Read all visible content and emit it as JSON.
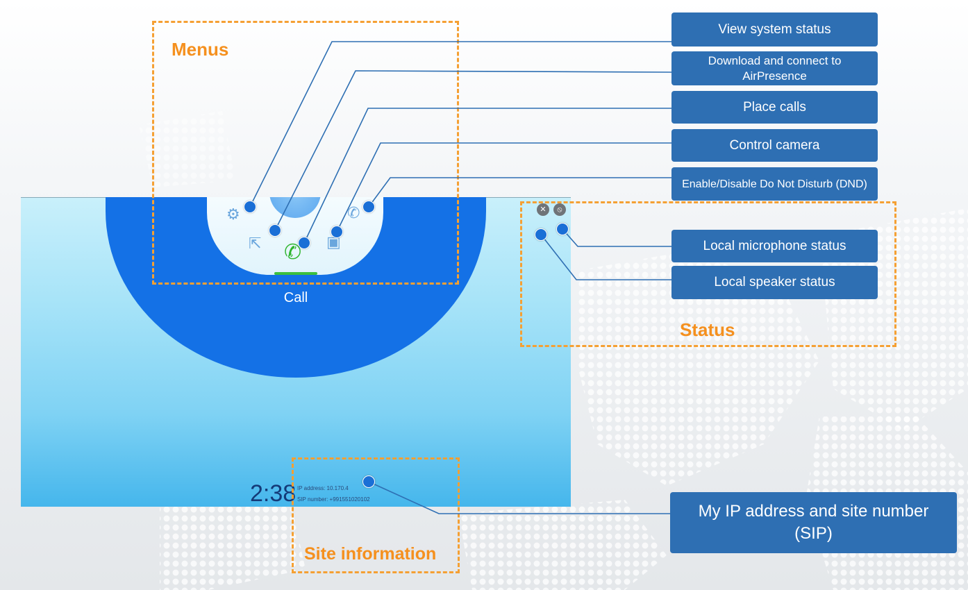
{
  "menus": {
    "title": "Menus"
  },
  "status": {
    "title": "Status"
  },
  "site": {
    "title": "Site information",
    "time": "2:38",
    "ip_line": "IP address: 10.170.4",
    "sip_line": "SIP number: +991551020102"
  },
  "home": {
    "call_label": "Call"
  },
  "callouts": {
    "system_status": "View system status",
    "airpresence": "Download and connect to AirPresence",
    "place_calls": "Place calls",
    "control_camera": "Control camera",
    "dnd": "Enable/Disable Do Not Disturb (DND)",
    "mic_status": "Local microphone status",
    "speaker_status": "Local speaker status",
    "ip_sip": "My IP address and site number (SIP)"
  },
  "colors": {
    "callout_bg": "#2e6fb3",
    "highlight_orange": "#f5a033",
    "dial_blue": "#1471e6",
    "call_green": "#3dbf3d"
  },
  "icons": [
    "gear-icon",
    "share-icon",
    "phone-icon",
    "camera-icon",
    "dnd-icon",
    "mic-muted-icon",
    "speaker-muted-icon"
  ]
}
